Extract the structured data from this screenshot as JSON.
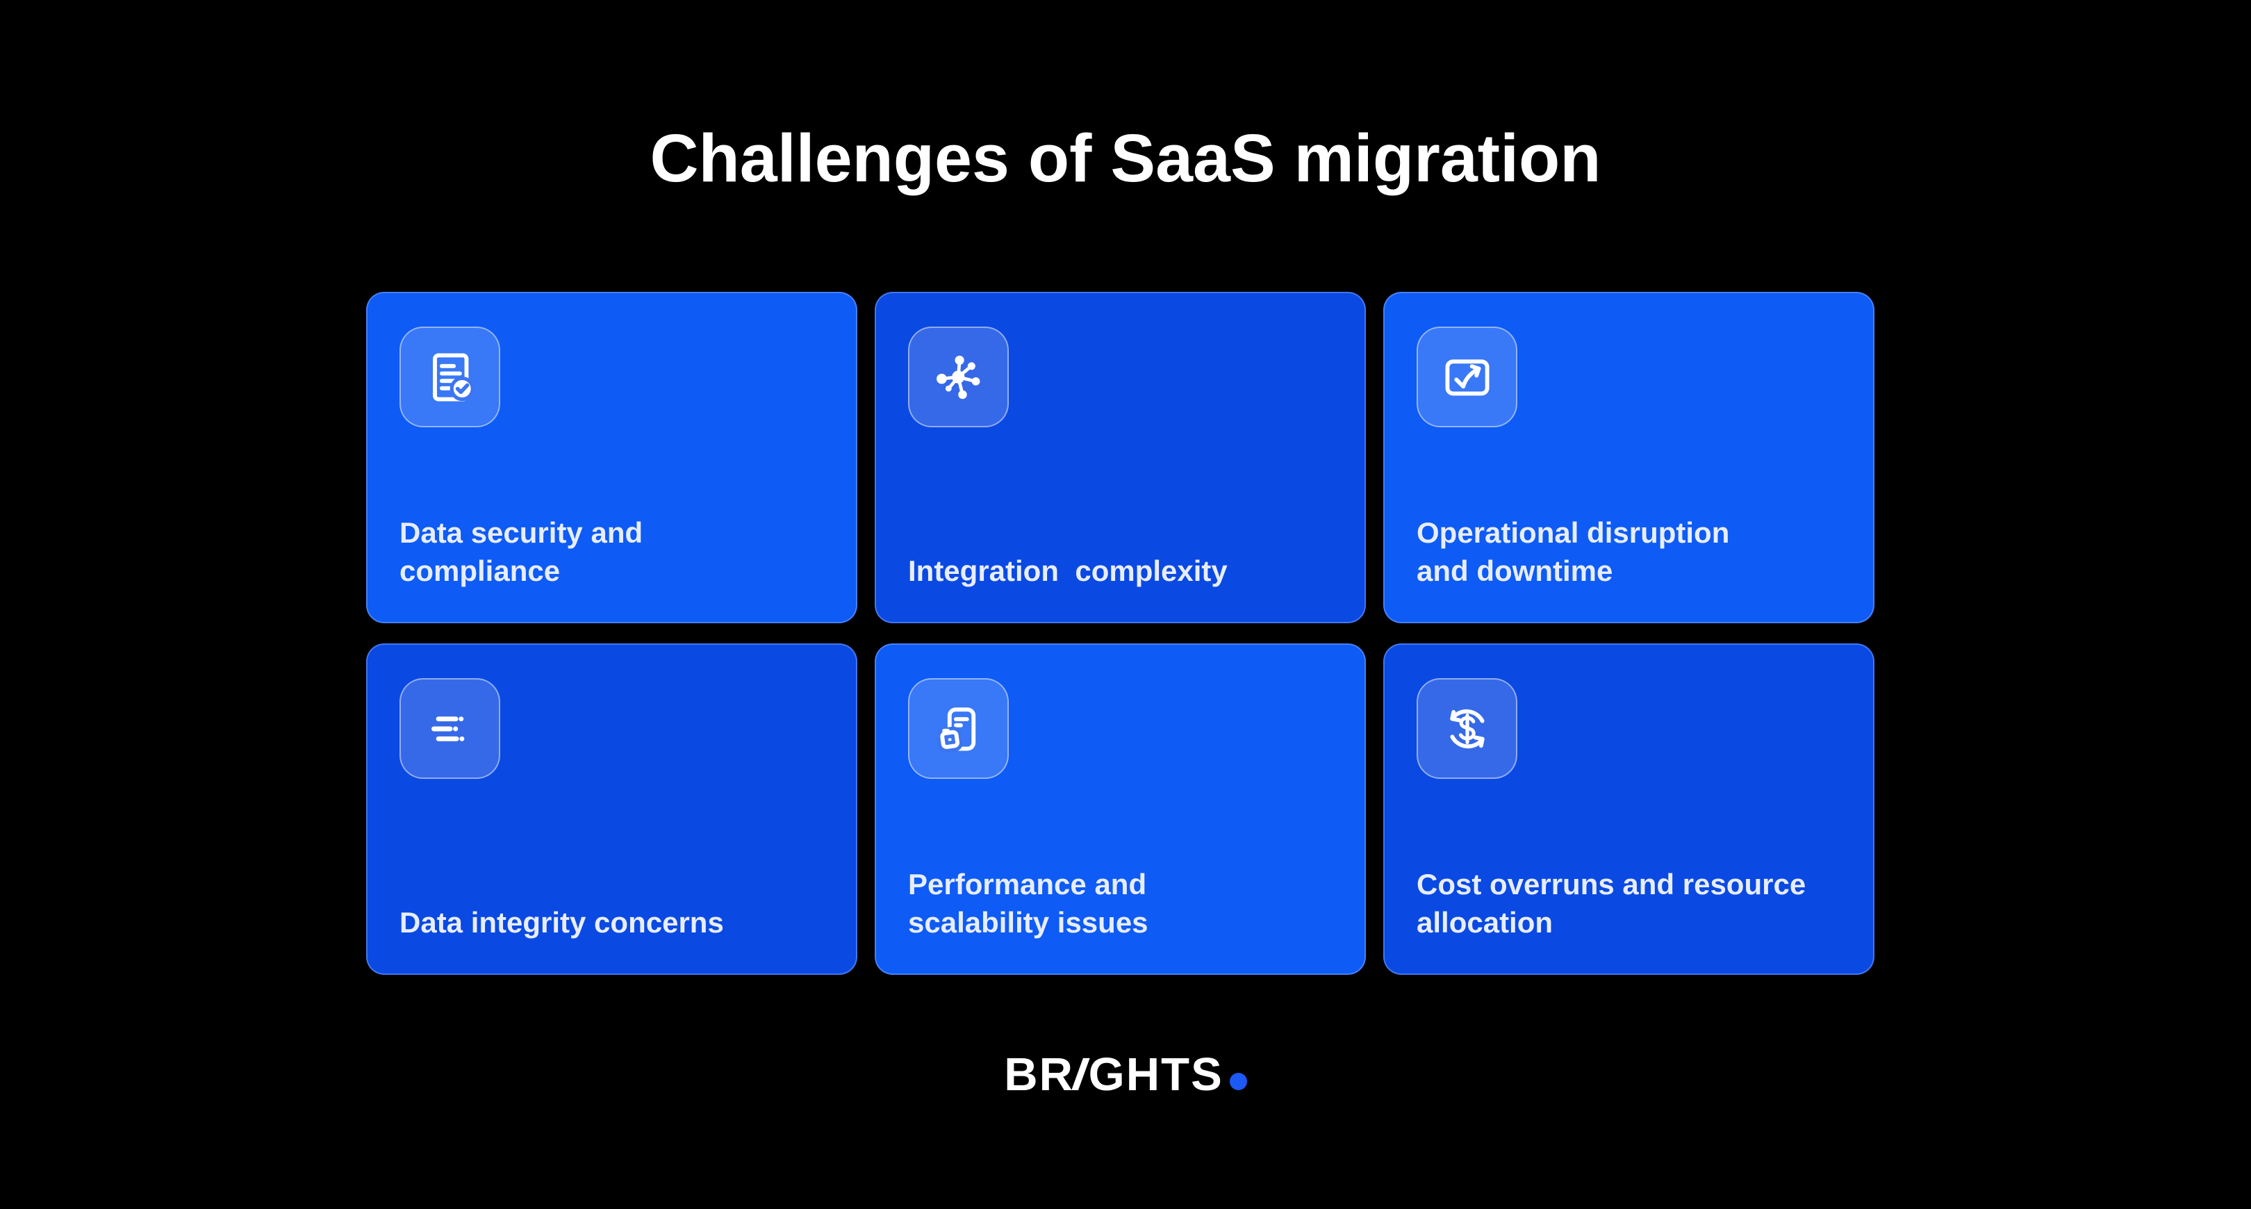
{
  "page": {
    "background": "#000000"
  },
  "title": "Challenges of SaaS migration",
  "colors": {
    "card_bright": "#0e5bf5",
    "card_dark": "#0a49e2",
    "card_border": "rgba(140,175,255,0.45)",
    "badge_fill": "rgba(255,255,255,0.18)",
    "badge_border": "rgba(255,255,255,0.45)",
    "label_text": "#e7edfb",
    "title_text": "#ffffff",
    "logo_dot": "#1d5af5",
    "icon_accent_blue": "#3d74f0"
  },
  "cards": [
    {
      "label": "Data security and\ncompliance",
      "icon": "document-check-icon",
      "tone": "bright"
    },
    {
      "label": "Integration  complexity",
      "icon": "network-hub-icon",
      "tone": "dark"
    },
    {
      "label": "Operational disruption\nand downtime",
      "icon": "box-check-arrow-icon",
      "tone": "bright"
    },
    {
      "label": "Data integrity concerns",
      "icon": "data-lines-icon",
      "tone": "dark"
    },
    {
      "label": "Performance and\nscalability issues",
      "icon": "document-sticker-icon",
      "tone": "bright"
    },
    {
      "label": "Cost overruns and resource\nallocation",
      "icon": "dollar-cycle-icon",
      "tone": "dark"
    }
  ],
  "brand": {
    "prefix": "BR",
    "slash_letter": "I",
    "suffix": "GHTS"
  }
}
